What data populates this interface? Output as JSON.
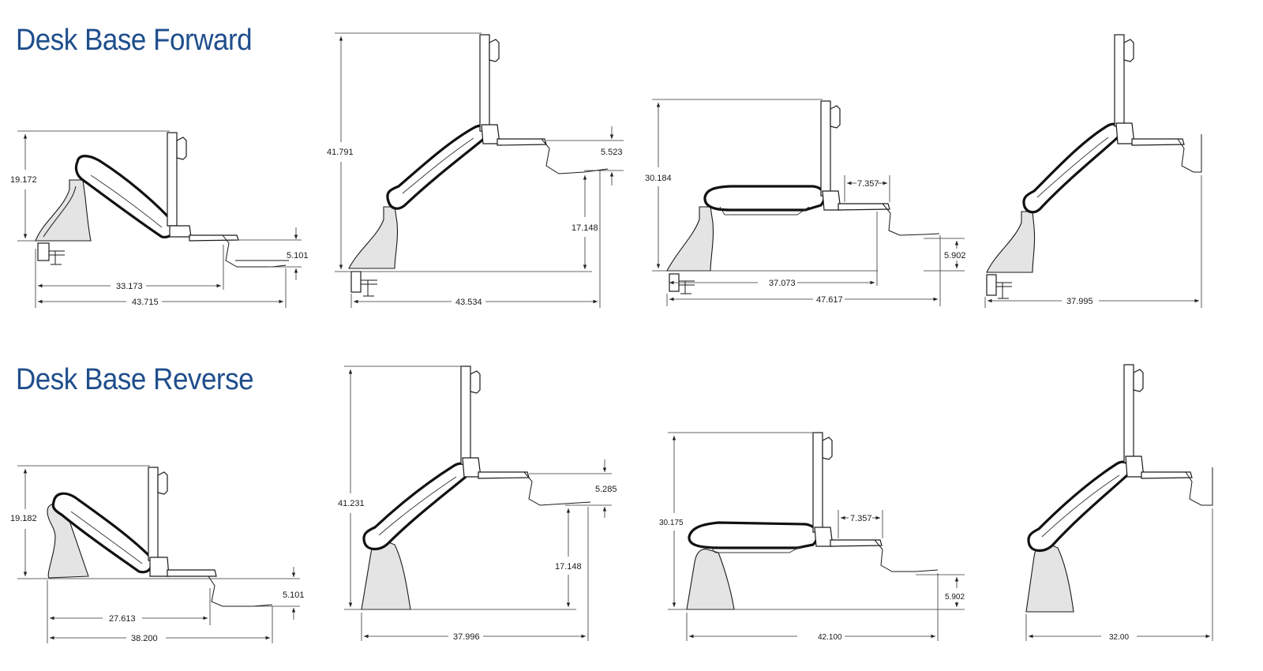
{
  "sections": {
    "forward": {
      "title": "Desk Base Forward"
    },
    "reverse": {
      "title": "Desk Base Reverse"
    }
  },
  "views": {
    "f1": {
      "height": "19.172",
      "width_short": "33.173",
      "width_total": "43.715",
      "tray_offset": "5.101"
    },
    "f2": {
      "height": "41.791",
      "width_total": "43.534",
      "tray_offset": "5.523",
      "tray_height": "17.148"
    },
    "f3": {
      "height": "30.184",
      "arm_offset": "7.357",
      "width_short": "37.073",
      "width_total": "47.617",
      "tray_offset": "5.902"
    },
    "f4": {
      "width_total": "37.995"
    },
    "r1": {
      "height": "19.182",
      "width_short": "27.613",
      "width_total": "38.200",
      "tray_offset": "5.101"
    },
    "r2": {
      "height": "41.231",
      "width_total": "37.996",
      "tray_offset": "5.285",
      "tray_height": "17.148"
    },
    "r3": {
      "height": "30.175",
      "arm_offset": "7.357",
      "width_total": "42.100",
      "tray_offset": "5.902"
    },
    "r4": {
      "width_total": "32.00"
    }
  }
}
